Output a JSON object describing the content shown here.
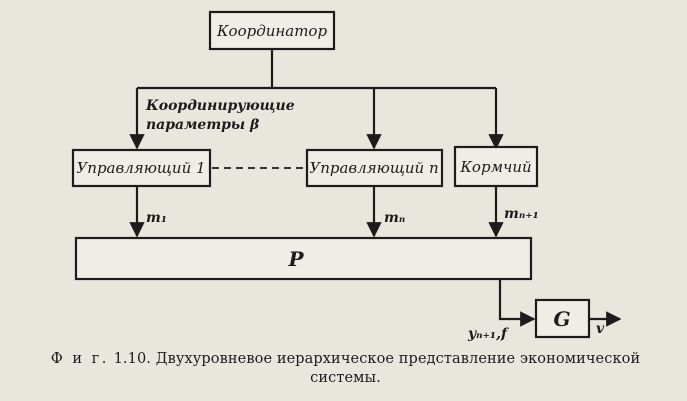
{
  "nodes": {
    "coordinator": "Координатор",
    "controller_1": "Управляющий 1",
    "controller_n": "Управляющий n",
    "helmsman": "Кормчий",
    "process": "P",
    "g_block": "G"
  },
  "edge_labels": {
    "coord_params_line1": "Координирующие",
    "coord_params_line2": "параметры β",
    "m1": "m₁",
    "mn": "mₙ",
    "mn1": "mₙ₊₁",
    "y_out": "yₙ₊₁,f",
    "v_out": "v"
  },
  "caption": {
    "prefix": "Ф и г.",
    "number": "1.10.",
    "text_line1": "Двухуровневое иерархическое представление экономической",
    "text_line2": "системы."
  }
}
